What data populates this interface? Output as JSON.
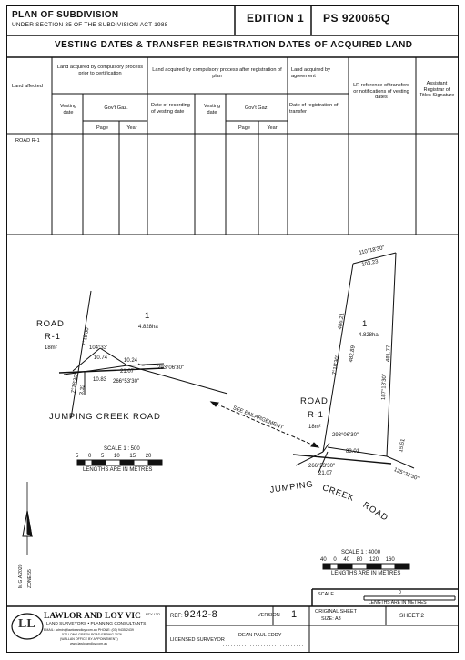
{
  "header": {
    "title": "PLAN OF SUBDIVISION",
    "subtitle": "UNDER SECTION 35 OF THE SUBDIVISION ACT 1988",
    "edition": "EDITION 1",
    "plan_number": "PS 920065Q"
  },
  "table": {
    "title": "VESTING DATES & TRANSFER REGISTRATION DATES OF ACQUIRED LAND",
    "col_land_affected": "Land affected",
    "group1": "Land acquired by compulsory process prior to certification",
    "group2": "Land acquired by compulsory process after registration of plan",
    "group3": "Land acquired by agreement",
    "col_lr_ref": "LR reference of transfers or notifications of vesting dates",
    "col_registrar": "Assistant Registrar of Titles Signature",
    "col_vesting_date": "Vesting date",
    "col_govt_gaz": "Gov't Gaz.",
    "col_date_recording": "Date of recording of vesting date",
    "col_date_registration": "Date of registration of transfer",
    "col_page": "Page",
    "col_year": "Year",
    "row1_land": "ROAD R-1"
  },
  "plan": {
    "left": {
      "road_label": "ROAD",
      "road_id": "R-1",
      "road_area": "18m²",
      "lot": "1",
      "lot_area": "4.828ha",
      "bearing_a": "7°18'30\"",
      "bearing_b": "104°33'",
      "dist_a": "10.74",
      "dist_b": "10.24",
      "dist_c": "10.83",
      "dist_d": "21.07",
      "bearing_c": "266°53'30\"",
      "bearing_d": "293°06'30\"",
      "bearing_e": "7°18'30\"",
      "dist_e": "3.32",
      "street": "JUMPING  CREEK  ROAD",
      "scale_title": "SCALE 1 : 500",
      "scale_ticks": [
        "5",
        "0",
        "5",
        "10",
        "15",
        "20"
      ],
      "scale_units": "LENGTHS ARE IN METRES"
    },
    "see_enlargement": "SEE ENLARGEMENT",
    "right": {
      "bearing_top": "110°18'30\"",
      "dist_top": "103.23",
      "lot": "1",
      "lot_area": "4.828ha",
      "left_dist_1": "486.21",
      "left_dist_2": "482.89",
      "left_bearing": "7°18'30\"",
      "right_dist": "481.77",
      "right_bearing": "187°18'30\"",
      "road_label": "ROAD",
      "road_id": "R-1",
      "road_area": "18m²",
      "bottom_bearing": "293°06'30\"",
      "bottom_dist": "83.01",
      "right_bottom_dist": "15.51",
      "right_bottom_bearing": "125°32'30\"",
      "base_bearing": "266°53'30\"",
      "base_dist": "21.07",
      "street_1": "JUMPING",
      "street_2": "CREEK",
      "street_3": "ROAD",
      "scale_title": "SCALE 1 : 4000",
      "scale_ticks": [
        "40",
        "0",
        "40",
        "80",
        "120",
        "160"
      ],
      "scale_units": "LENGTHS ARE IN METRES"
    },
    "north": {
      "grid": "M.G.A 2020",
      "zone": "ZONE 55"
    }
  },
  "footer": {
    "firm_name": "LAWLOR AND LOY VIC",
    "firm_suffix": "PTY LTD",
    "firm_services": "LAND SURVEYORS • PLANNING CONSULTANTS",
    "firm_contact_1": "EMAIL: admin@lawlorandloy.com.au  PHONE: (03) 9435 2439",
    "firm_contact_2": "574 LONG GREEN ROAD EPPING 3076",
    "firm_contact_3": "(WALLAN OFFICE BY APPOINTMENT)",
    "firm_contact_4": "www.lawlorandloy.com.au",
    "ref_label": "REF:",
    "ref_value": "9242-8",
    "version_label": "VERSION",
    "version_value": "1",
    "surveyor_label": "LICENSED SURVEYOR",
    "surveyor_name": "DEAN PAUL EDDY",
    "scale_label": "SCALE",
    "scale_zero": "0",
    "scale_units": "LENGTHS ARE IN METRES",
    "sheet_size_label": "ORIGINAL SHEET",
    "sheet_size_value": "SIZE: A3",
    "sheet_label": "SHEET 2"
  }
}
